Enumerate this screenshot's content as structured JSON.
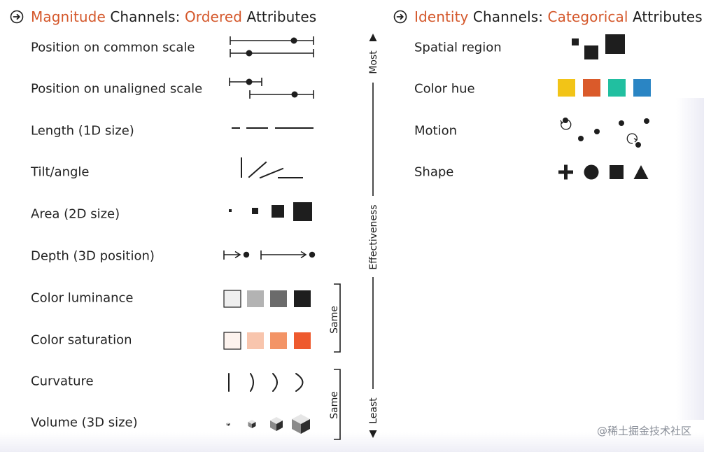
{
  "magnitude_panel": {
    "title_parts": [
      "Magnitude",
      " Channels: ",
      "Ordered",
      " Attributes"
    ],
    "channels": [
      {
        "label": "Position on common scale"
      },
      {
        "label": "Position on unaligned scale"
      },
      {
        "label": "Length (1D size)"
      },
      {
        "label": "Tilt/angle"
      },
      {
        "label": "Area (2D size)"
      },
      {
        "label": "Depth (3D position)"
      },
      {
        "label": "Color luminance",
        "swatches": [
          "#efefef",
          "#b3b3b3",
          "#6b6b6b",
          "#1e1e1e"
        ]
      },
      {
        "label": "Color saturation",
        "swatches": [
          "#fdf3ee",
          "#f8c5ad",
          "#f39466",
          "#ee5a2e"
        ]
      },
      {
        "label": "Curvature"
      },
      {
        "label": "Volume (3D size)"
      }
    ],
    "same_label": "Same"
  },
  "effectiveness_axis": {
    "top": "Most",
    "middle": "Effectiveness",
    "bottom": "Least"
  },
  "identity_panel": {
    "title_parts": [
      "Identity",
      " Channels: ",
      "Categorical",
      " Attributes"
    ],
    "channels": [
      {
        "label": "Spatial region"
      },
      {
        "label": "Color hue",
        "swatches": [
          "#f2c417",
          "#da5a2a",
          "#21bfa0",
          "#2a85c4"
        ]
      },
      {
        "label": "Motion"
      },
      {
        "label": "Shape",
        "shapes": [
          "plus",
          "circle",
          "square",
          "triangle"
        ]
      }
    ]
  },
  "colors": {
    "accent": "#d4572a",
    "ink": "#1e1e1e"
  },
  "icons": {
    "header_bullet": "circled-arrow-right-icon"
  },
  "watermark": "@稀土掘金技术社区"
}
